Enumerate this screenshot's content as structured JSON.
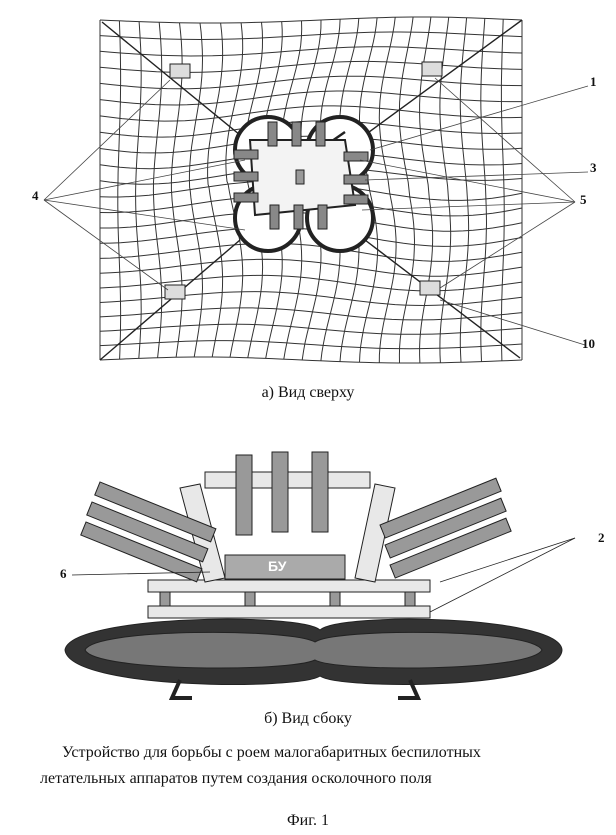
{
  "top_view": {
    "caption": "а) Вид сверху",
    "labels": {
      "l1": "1",
      "l3": "3",
      "l4": "4",
      "l5": "5",
      "l10": "10"
    }
  },
  "side_view": {
    "caption": "б) Вид сбоку",
    "control_unit": "БУ",
    "labels": {
      "l2": "2",
      "l6": "6"
    }
  },
  "title": {
    "line1": "Устройство для борьбы с роем малогабаритных беспилотных",
    "line2": "летательных аппаратов путем создания осколочного поля"
  },
  "figure_label": "Фиг. 1"
}
